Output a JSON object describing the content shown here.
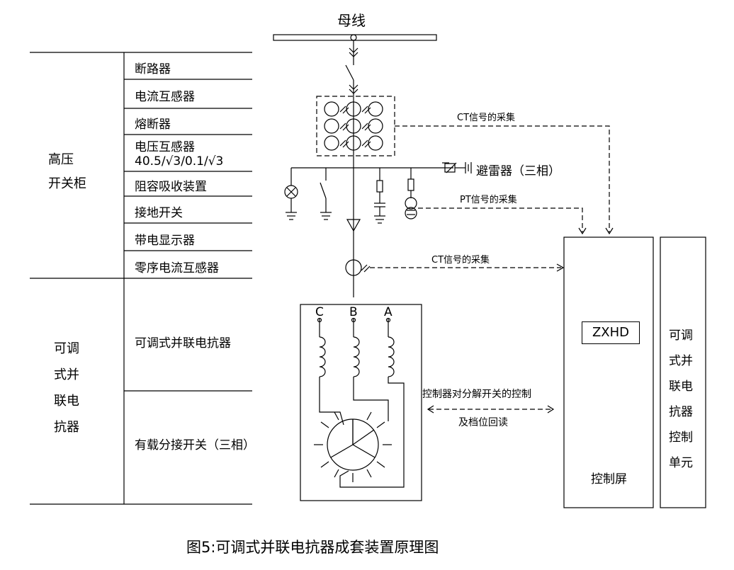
{
  "busbar_label": "母线",
  "table": {
    "group1_name_lines": [
      "高压",
      "开关柜"
    ],
    "group1_items": [
      "断路器",
      "电流互感器",
      "熔断器",
      "电压互感器",
      "阻容吸收装置",
      "接地开关",
      "带电显示器",
      "零序电流互感器"
    ],
    "vt_ratio": "40.5/√3/0.1/√3",
    "group2_name_lines": [
      "可调",
      "式并",
      "联电",
      "抗器"
    ],
    "group2_items": [
      "可调式并联电抗器",
      "有载分接开关（三相）"
    ]
  },
  "annotations": {
    "ct_signal_top": "CT信号的采集",
    "pt_signal": "PT信号的采集",
    "ct_signal_zero": "CT信号的采集",
    "arrester": "避雷器（三相）",
    "control_line1": "控制器对分解开关的控制",
    "control_line2": "及档位回读"
  },
  "phases": [
    "C",
    "B",
    "A"
  ],
  "control_screen": {
    "device": "ZXHD",
    "label": "控制屏"
  },
  "unit_label_lines": [
    "可调",
    "式并",
    "联电",
    "抗器",
    "控制",
    "单元"
  ],
  "caption": "图5:可调式并联电抗器成套装置原理图"
}
